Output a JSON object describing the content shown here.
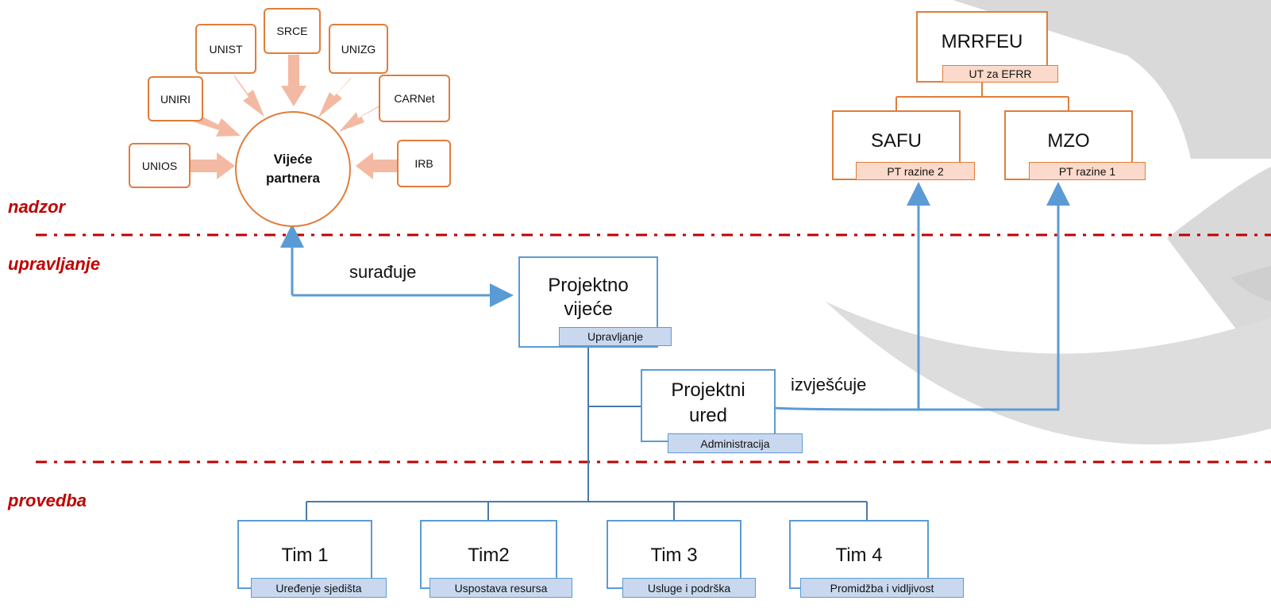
{
  "zones": {
    "nadzor": "nadzor",
    "upravljanje": "upravljanje",
    "provedba": "provedba"
  },
  "partners": {
    "center_label": "Vijeće partnera",
    "nodes": [
      "UNIOS",
      "UNIRI",
      "UNIST",
      "SRCE",
      "UNIZG",
      "CARNet",
      "IRB"
    ]
  },
  "oversight": {
    "mrrfeu": {
      "title": "MRRFEU",
      "tag": "UT za EFRR"
    },
    "safu": {
      "title": "SAFU",
      "tag": "PT razine 2"
    },
    "mzo": {
      "title": "MZO",
      "tag": "PT razine 1"
    }
  },
  "management": {
    "council": {
      "title_line1": "Projektno",
      "title_line2": "vijeće",
      "tag": "Upravljanje"
    },
    "office": {
      "title_line1": "Projektni",
      "title_line2": "ured",
      "tag": "Administracija"
    }
  },
  "relations": {
    "cooperates": "surađuje",
    "reports": "izvješćuje"
  },
  "teams": [
    {
      "name": "Tim 1",
      "tag": "Uređenje sjedišta"
    },
    {
      "name": "Tim2",
      "tag": "Uspostava resursa"
    },
    {
      "name": "Tim 3",
      "tag": "Usluge i podrška"
    },
    {
      "name": "Tim 4",
      "tag": "Promidžba i vidljivost"
    }
  ],
  "colors": {
    "orange": "#E07D3A",
    "blue": "#5B9BD5",
    "red": "#C00000",
    "arrow_fill": "#F4B9A2",
    "watermark": "#D9D9D9"
  }
}
